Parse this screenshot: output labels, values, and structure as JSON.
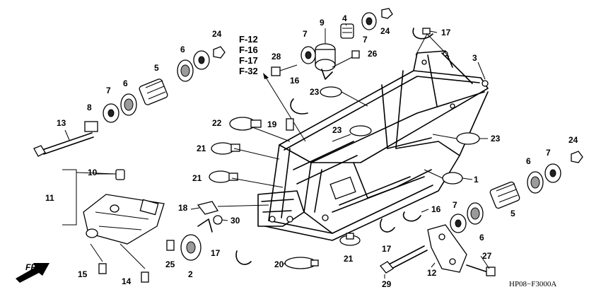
{
  "diagram": {
    "refs": [
      "F-12",
      "F-16",
      "F-17",
      "F-32"
    ],
    "front_label": "FR.",
    "code": "HP08−F3000A",
    "callouts": [
      {
        "id": "c9",
        "text": "9"
      },
      {
        "id": "c4",
        "text": "4"
      },
      {
        "id": "c24a",
        "text": "24"
      },
      {
        "id": "c7a",
        "text": "7"
      },
      {
        "id": "c17a",
        "text": "17"
      },
      {
        "id": "c7b",
        "text": "7"
      },
      {
        "id": "c24b",
        "text": "24"
      },
      {
        "id": "c28",
        "text": "28"
      },
      {
        "id": "c26",
        "text": "26"
      },
      {
        "id": "c3",
        "text": "3"
      },
      {
        "id": "c6a",
        "text": "6"
      },
      {
        "id": "c5a",
        "text": "5"
      },
      {
        "id": "c16a",
        "text": "16"
      },
      {
        "id": "c23a",
        "text": "23"
      },
      {
        "id": "c6b",
        "text": "6"
      },
      {
        "id": "c7c",
        "text": "7"
      },
      {
        "id": "c8",
        "text": "8"
      },
      {
        "id": "c22",
        "text": "22"
      },
      {
        "id": "c19",
        "text": "19"
      },
      {
        "id": "c23b",
        "text": "23"
      },
      {
        "id": "c23c",
        "text": "23"
      },
      {
        "id": "c13",
        "text": "13"
      },
      {
        "id": "c21a",
        "text": "21"
      },
      {
        "id": "c24c",
        "text": "24"
      },
      {
        "id": "c6c",
        "text": "6"
      },
      {
        "id": "c7d",
        "text": "7"
      },
      {
        "id": "c10",
        "text": "10"
      },
      {
        "id": "c21b",
        "text": "21"
      },
      {
        "id": "c1",
        "text": "1"
      },
      {
        "id": "c11",
        "text": "11"
      },
      {
        "id": "c18",
        "text": "18"
      },
      {
        "id": "c7e",
        "text": "7"
      },
      {
        "id": "c16b",
        "text": "16"
      },
      {
        "id": "c5b",
        "text": "5"
      },
      {
        "id": "c30",
        "text": "30"
      },
      {
        "id": "c6d",
        "text": "6"
      },
      {
        "id": "c17b",
        "text": "17"
      },
      {
        "id": "c17c",
        "text": "17"
      },
      {
        "id": "c21c",
        "text": "21"
      },
      {
        "id": "c25",
        "text": "25"
      },
      {
        "id": "c27",
        "text": "27"
      },
      {
        "id": "c20",
        "text": "20"
      },
      {
        "id": "c15",
        "text": "15"
      },
      {
        "id": "c2",
        "text": "2"
      },
      {
        "id": "c12",
        "text": "12"
      },
      {
        "id": "c14",
        "text": "14"
      },
      {
        "id": "c29",
        "text": "29"
      }
    ]
  }
}
